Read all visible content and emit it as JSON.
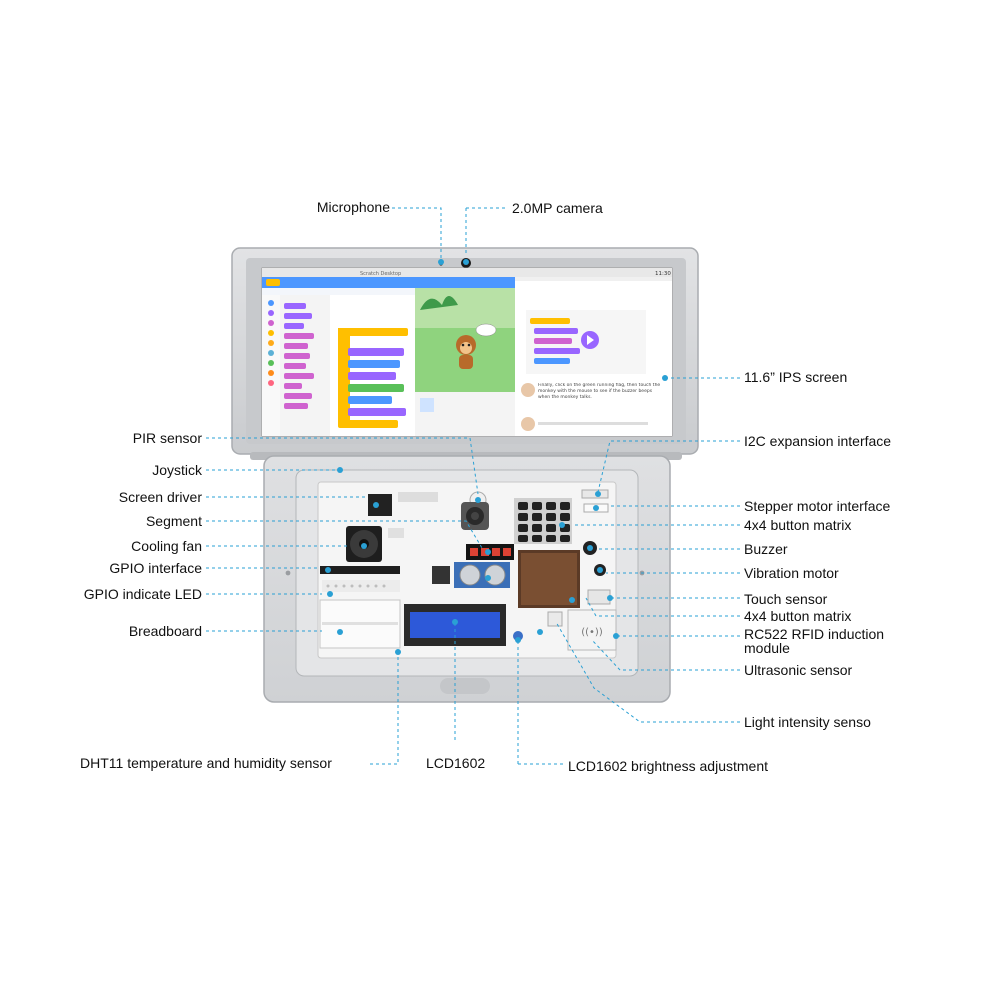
{
  "labels": {
    "top": [
      {
        "id": "microphone",
        "text": "Microphone"
      },
      {
        "id": "camera",
        "text": "2.0MP camera"
      }
    ],
    "left": [
      {
        "id": "pir-sensor",
        "text": "PIR sensor"
      },
      {
        "id": "joystick",
        "text": "Joystick"
      },
      {
        "id": "screen-driver",
        "text": "Screen driver"
      },
      {
        "id": "segment",
        "text": "Segment"
      },
      {
        "id": "cooling-fan",
        "text": "Cooling fan"
      },
      {
        "id": "gpio-interface",
        "text": "GPIO interface"
      },
      {
        "id": "gpio-indicate-led",
        "text": "GPIO indicate LED"
      },
      {
        "id": "breadboard",
        "text": "Breadboard"
      }
    ],
    "right": [
      {
        "id": "ips-screen",
        "text": "11.6” IPS screen"
      },
      {
        "id": "i2c-interface",
        "text": "I2C expansion interface"
      },
      {
        "id": "stepper-motor-interface",
        "text": "Stepper motor interface"
      },
      {
        "id": "button-matrix-1",
        "text": "4x4 button matrix"
      },
      {
        "id": "buzzer",
        "text": "Buzzer"
      },
      {
        "id": "vibration-motor",
        "text": "Vibration motor"
      },
      {
        "id": "touch-sensor",
        "text": "Touch sensor"
      },
      {
        "id": "button-matrix-2",
        "text": "4x4 button matrix"
      },
      {
        "id": "rfid-module",
        "text": "RC522 RFID induction\nmodule"
      },
      {
        "id": "ultrasonic-sensor",
        "text": "Ultrasonic sensor"
      },
      {
        "id": "light-intensity",
        "text": "Light intensity senso"
      }
    ],
    "bottom": [
      {
        "id": "dht11",
        "text": "DHT11 temperature and humidity sensor"
      },
      {
        "id": "lcd1602",
        "text": "LCD1602"
      },
      {
        "id": "lcd-brightness",
        "text": "LCD1602 brightness adjustment"
      }
    ]
  },
  "screen": {
    "window_title": "Scratch Desktop",
    "clock": "11:30",
    "tutorial_text": "Finally, click on the green running flag, then touch the monkey with the mouse to see if the buzzer beeps when the monkey talks."
  },
  "colors": {
    "leader": "#2aa0d4",
    "chassis": "#d4d6d9",
    "bezel": "#c5c8cc",
    "pcb": "#f2f2f2",
    "scratch_blue": "#4c97ff"
  }
}
